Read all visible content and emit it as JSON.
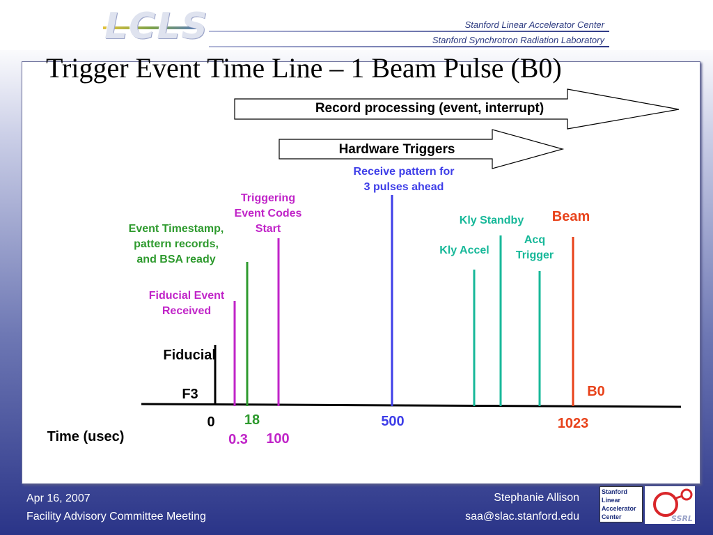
{
  "header": {
    "logo_text": "LCLS",
    "lab1": "Stanford Linear Accelerator Center",
    "lab2": "Stanford Synchrotron Radiation Laboratory"
  },
  "title": "Trigger Event Time Line – 1 Beam Pulse (B0)",
  "arrows": {
    "record_processing": "Record processing (event, interrupt)",
    "hardware_triggers": "Hardware Triggers"
  },
  "labels": {
    "receive_pattern": [
      "Receive  pattern for",
      "3 pulses ahead"
    ],
    "triggering_codes": [
      "Triggering",
      "Event Codes",
      "Start"
    ],
    "event_timestamp": [
      "Event Timestamp,",
      "pattern records,",
      "and BSA ready"
    ],
    "fiducial_received": [
      "Fiducial Event",
      "Received"
    ],
    "kly_standby": "Kly Standby",
    "kly_accel": "Kly Accel",
    "acq_trigger": [
      "Acq",
      "Trigger"
    ],
    "beam": "Beam",
    "fiducial": "Fiducial",
    "f3": "F3",
    "b0": "B0",
    "time_axis": "Time (usec)"
  },
  "ticks": {
    "t0": "0",
    "t18": "18",
    "t03": "0.3",
    "t100": "100",
    "t500": "500",
    "t1023": "1023"
  },
  "colors": {
    "green": "#2e9a2e",
    "magenta": "#c024c8",
    "blue": "#3e3ee8",
    "teal": "#17b899",
    "red": "#e8421a"
  },
  "footer": {
    "date": "Apr 16, 2007",
    "meeting": "Facility Advisory Committee Meeting",
    "author": "Stephanie Allison",
    "email": "saa@slac.stanford.edu",
    "slac_logo": [
      "Stanford",
      "Linear",
      "Accelerator",
      "Center"
    ],
    "ssrl_logo": "SSRL"
  }
}
